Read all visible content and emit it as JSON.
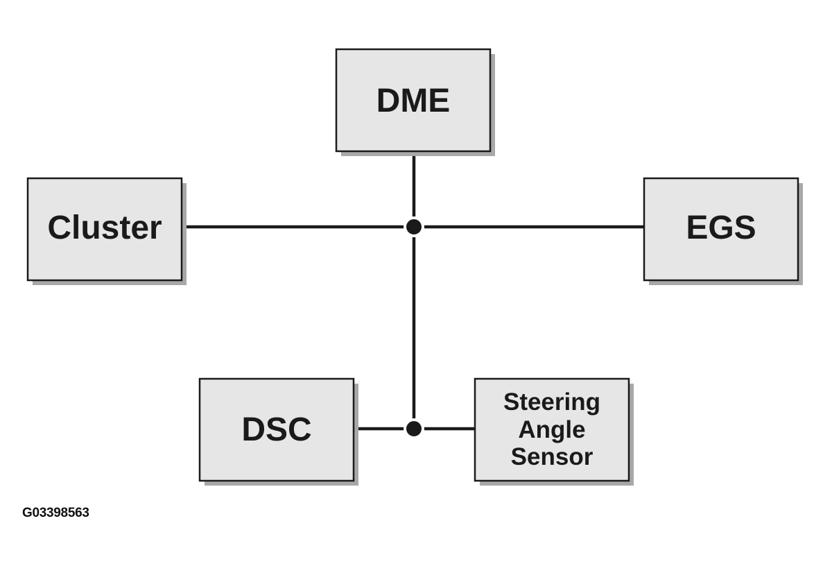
{
  "diagram": {
    "nodes": {
      "dme": {
        "label": "DME"
      },
      "cluster": {
        "label": "Cluster"
      },
      "egs": {
        "label": "EGS"
      },
      "dsc": {
        "label": "DSC"
      },
      "steering": {
        "line1": "Steering",
        "line2": "Angle",
        "line3": "Sensor"
      }
    },
    "connections": [
      {
        "from": "DME",
        "to": "junction-upper"
      },
      {
        "from": "Cluster",
        "to": "junction-upper"
      },
      {
        "from": "EGS",
        "to": "junction-upper"
      },
      {
        "from": "junction-upper",
        "to": "junction-lower"
      },
      {
        "from": "DSC",
        "to": "junction-lower"
      },
      {
        "from": "Steering Angle Sensor",
        "to": "junction-lower"
      }
    ]
  },
  "footer": {
    "code": "G03398563"
  },
  "colors": {
    "box_fill": "#e6e6e6",
    "box_border": "#1a1a1a",
    "shadow": "#a8a8a8",
    "line": "#1a1a1a"
  }
}
